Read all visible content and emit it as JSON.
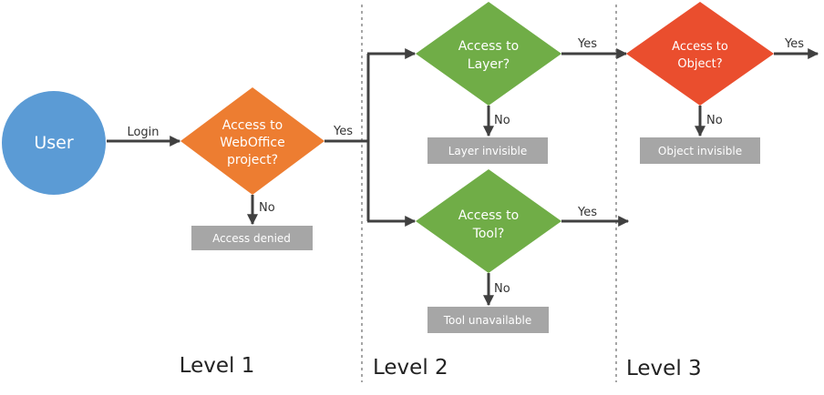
{
  "colors": {
    "user_circle": "#5b9bd5",
    "decision_orange": "#ed7d31",
    "decision_green": "#70ad47",
    "decision_red": "#ea4e2e",
    "result_box": "#a6a6a6",
    "arrow": "#404040",
    "separator": "#a6a6a6"
  },
  "user": {
    "label": "User"
  },
  "edges": {
    "login": "Login",
    "yes_webOffice": "Yes",
    "no_webOffice": "No",
    "yes_layer": "Yes",
    "no_layer": "No",
    "yes_tool": "Yes",
    "no_tool": "No",
    "yes_object": "Yes",
    "no_object": "No"
  },
  "decisions": {
    "webOffice": {
      "lines": [
        "Access to",
        "WebOffice",
        "project?"
      ]
    },
    "layer": {
      "lines": [
        "Access to",
        "Layer?"
      ]
    },
    "tool": {
      "lines": [
        "Access to",
        "Tool?"
      ]
    },
    "object": {
      "lines": [
        "Access to",
        "Object?"
      ]
    }
  },
  "results": {
    "access_denied": "Access denied",
    "layer_invisible": "Layer invisible",
    "tool_unavailable": "Tool unavailable",
    "object_invisible": "Object invisible"
  },
  "levels": [
    "Level 1",
    "Level 2",
    "Level 3"
  ]
}
